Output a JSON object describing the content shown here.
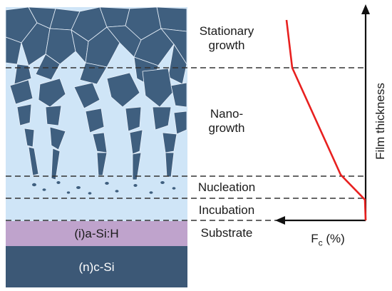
{
  "colors": {
    "film_bg": "#cfe5f7",
    "crystal": "#3f5f7f",
    "crystal_edge": "#eaf2fb",
    "amorphous_layer": "#bfa3cc",
    "substrate_layer": "#3c5876",
    "fc_curve": "#e8201f",
    "axis": "#111111",
    "dashed": "#333333"
  },
  "stages": {
    "stationary": [
      "Stationary",
      "growth"
    ],
    "nano": [
      "Nano-",
      "growth"
    ],
    "nucleation": "Nucleation",
    "incubation": "Incubation",
    "substrate": "Substrate"
  },
  "layers": {
    "amorphous": "(i)a-Si:H",
    "crystalline": "(n)c-Si"
  },
  "axes": {
    "y_label": "Film thickness",
    "x_label_main": "F",
    "x_label_sub": "c",
    "x_label_unit": " (%)"
  }
}
